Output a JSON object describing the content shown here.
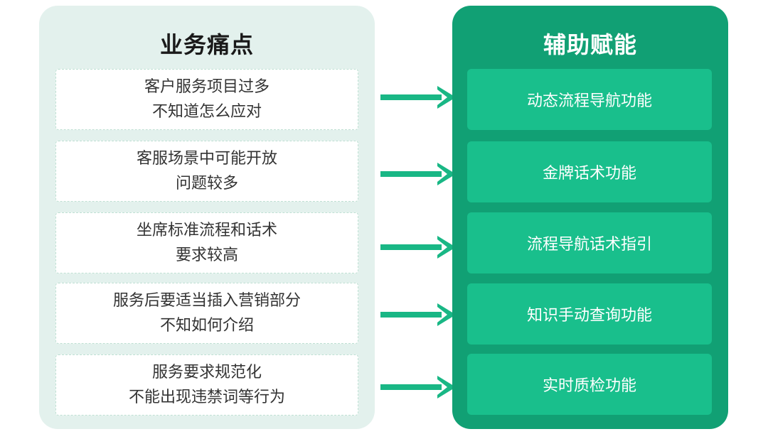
{
  "left_panel": {
    "title": "业务痛点",
    "items": [
      {
        "line1": "客户服务项目过多",
        "line2": "不知道怎么应对"
      },
      {
        "line1": "客服场景中可能开放",
        "line2": "问题较多"
      },
      {
        "line1": "坐席标准流程和话术",
        "line2": "要求较高"
      },
      {
        "line1": "服务后要适当插入营销部分",
        "line2": "不知如何介绍"
      },
      {
        "line1": "服务要求规范化",
        "line2": "不能出现违禁词等行为"
      }
    ]
  },
  "right_panel": {
    "title": "辅助赋能",
    "items": [
      "动态流程导航功能",
      "金牌话术功能",
      "流程导航话术指引",
      "知识手动查询功能",
      "实时质检功能"
    ]
  },
  "colors": {
    "left_bg": "#e3f1ed",
    "right_bg": "#11a074",
    "func_card": "#19bf8c",
    "arrow": "#19b785",
    "pain_border": "#bfe0d3"
  },
  "icons": [
    "right-arrow-icon"
  ]
}
